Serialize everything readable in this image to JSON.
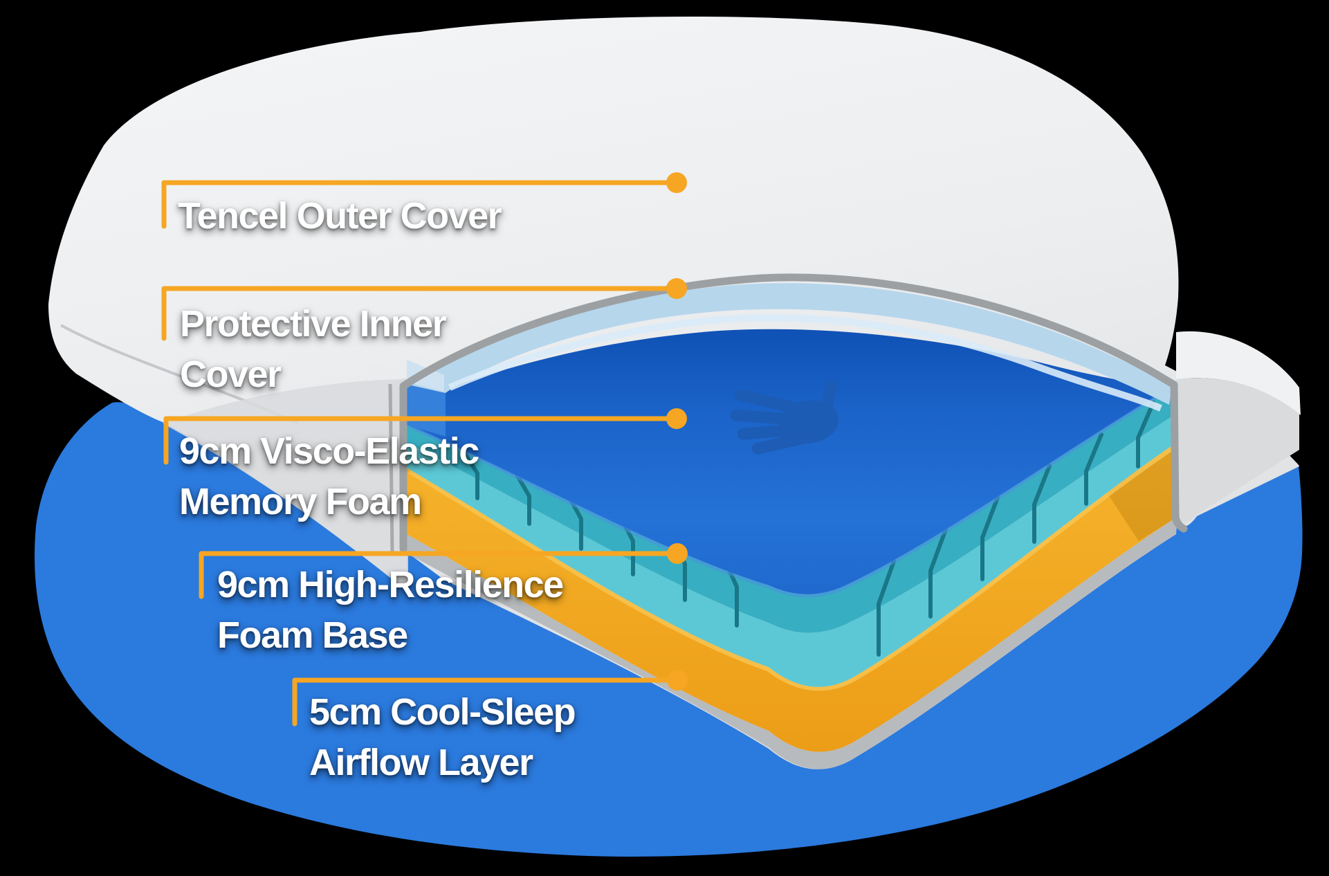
{
  "diagram": {
    "title_visible": false,
    "type": "mattress-layer-cutaway",
    "labels": [
      {
        "id": "tencel-outer-cover",
        "lines": [
          "Tencel Outer Cover"
        ]
      },
      {
        "id": "protective-inner-cover",
        "lines": [
          "Protective Inner",
          "Cover"
        ]
      },
      {
        "id": "visco-elastic-memory-foam",
        "lines": [
          "9cm Visco-Elastic",
          "Memory Foam"
        ]
      },
      {
        "id": "high-resilience-foam-base",
        "lines": [
          "9cm High-Resilience",
          "Foam Base"
        ]
      },
      {
        "id": "cool-sleep-airflow-layer",
        "lines": [
          "5cm Cool-Sleep",
          "Airflow Layer"
        ]
      }
    ],
    "layers_top_to_bottom": [
      {
        "name": "Tencel Outer Cover",
        "swatch": "#e9eaec"
      },
      {
        "name": "Protective Inner Cover",
        "swatch": "#b6d6ec"
      },
      {
        "name": "9cm Visco-Elastic Memory Foam",
        "swatch": "#2270d4"
      },
      {
        "name": "9cm High-Resilience Foam Base",
        "swatch": "#3ab1c4"
      },
      {
        "name": "5cm Cool-Sleep Airflow Layer",
        "swatch": "#f0a41f"
      }
    ],
    "icons": [
      {
        "name": "hand-imprint-icon",
        "meaning": "memory foam hand impression"
      }
    ]
  },
  "colors": {
    "background": "#000000",
    "label-text": "#ffffff",
    "accent-orange": "#f6a623",
    "blob-gray-1": "#f3f4f6",
    "blob-gray-2": "#e9eaec",
    "blob-gray-3": "#d9dbdd",
    "blob-blue": "#2b7ade",
    "outline-gray": "#9da0a2",
    "cover-face": "#d9dbdd",
    "cover-edge": "#a8aaac",
    "band-blue": "#b6d6ec",
    "band-highlight": "#d9ebf8",
    "foam-blue-dark": "#0c4cb0",
    "foam-blue": "#2270d4",
    "foam-blue-face": "#3480da",
    "hand-blue": "#1e5cb4",
    "teal-top": "#38aec2",
    "teal-face": "#5cc8d6",
    "teal-groove": "#1a7787",
    "base-orange": "#f0a41f",
    "base-orange-light": "#f8c654",
    "rim-gray": "#b8bbbd",
    "wall-white": "#eff1f3"
  }
}
